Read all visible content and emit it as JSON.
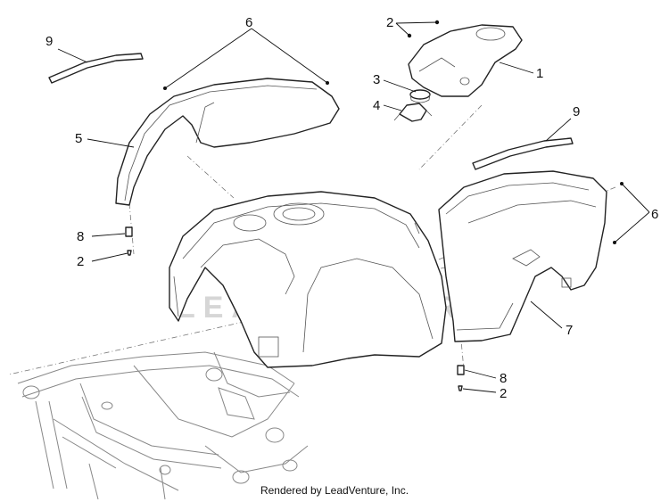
{
  "callouts": [
    {
      "id": "callout-1",
      "label": "1"
    },
    {
      "id": "callout-2-top",
      "label": "2"
    },
    {
      "id": "callout-3",
      "label": "3"
    },
    {
      "id": "callout-4",
      "label": "4"
    },
    {
      "id": "callout-5",
      "label": "5"
    },
    {
      "id": "callout-6-top",
      "label": "6"
    },
    {
      "id": "callout-9-left",
      "label": "9"
    },
    {
      "id": "callout-9-right",
      "label": "9"
    },
    {
      "id": "callout-6-right",
      "label": "6"
    },
    {
      "id": "callout-7",
      "label": "7"
    },
    {
      "id": "callout-8-left",
      "label": "8"
    },
    {
      "id": "callout-2-left",
      "label": "2"
    },
    {
      "id": "callout-8-right",
      "label": "8"
    },
    {
      "id": "callout-2-right",
      "label": "2"
    }
  ],
  "watermark": "LEADVENTURE",
  "credit": "Rendered by LeadVenture, Inc."
}
